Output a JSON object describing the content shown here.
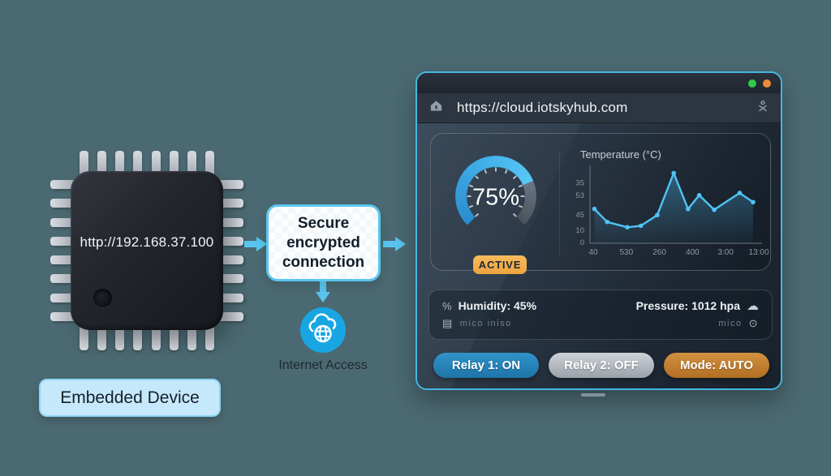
{
  "scene": {
    "background": "#4b6972",
    "accent": "#58c4ee"
  },
  "chip": {
    "url": "http://192.168.37.100",
    "label": "Embedded Device"
  },
  "flow_box": {
    "lines": [
      "Secure",
      "encrypted",
      "connection"
    ]
  },
  "internet": {
    "label": "Internet Access"
  },
  "browser": {
    "url": "https://cloud.iotskyhub.com",
    "window_dots": [
      {
        "name": "green",
        "color": "#2fcb4a"
      },
      {
        "name": "orange",
        "color": "#ef8a3b"
      }
    ]
  },
  "dashboard": {
    "gauge": {
      "percent": 75,
      "value_label": "75%",
      "status": "ACTIVE",
      "status_color": "#f2ae4e"
    },
    "sensors": {
      "humidity": {
        "label": "Humidity: 45%",
        "sub": "mico iniso"
      },
      "pressure": {
        "label": "Pressure: 1012 hpa",
        "sub": "mico"
      }
    },
    "controls": [
      {
        "label": "Relay 1: ON",
        "bg_top": "#3094c9",
        "bg_bottom": "#1e74a8"
      },
      {
        "label": "Relay 2: OFF",
        "bg_top": "#cdd2d7",
        "bg_bottom": "#9aa2aa"
      },
      {
        "label": "Mode: AUTO",
        "bg_top": "#d29140",
        "bg_bottom": "#b26f24"
      }
    ]
  },
  "icons": {
    "humidity": "%",
    "cloud": "☁",
    "card": "▤",
    "info": "⊙"
  },
  "chart_data": {
    "type": "line",
    "title": "Temperature (°C)",
    "line_color": "#4fc3f7",
    "fill_top": "rgba(79,195,247,0.35)",
    "fill_bottom": "rgba(79,195,247,0.03)",
    "x_ticks": [
      "40",
      "530",
      "260",
      "400",
      "3:00",
      "13:00"
    ],
    "y_ticks": [
      {
        "label": "35",
        "f": 0.79
      },
      {
        "label": "53",
        "f": 0.63
      },
      {
        "label": "45",
        "f": 0.37
      },
      {
        "label": "10",
        "f": 0.17
      },
      {
        "label": "0",
        "f": 0.01
      }
    ],
    "ylim": [
      0,
      100
    ],
    "grid": false,
    "legend": false,
    "points": [
      {
        "x": 0.026,
        "v": 45
      },
      {
        "x": 0.1,
        "v": 28
      },
      {
        "x": 0.217,
        "v": 21
      },
      {
        "x": 0.296,
        "v": 23
      },
      {
        "x": 0.391,
        "v": 37
      },
      {
        "x": 0.487,
        "v": 92
      },
      {
        "x": 0.57,
        "v": 45
      },
      {
        "x": 0.635,
        "v": 63
      },
      {
        "x": 0.722,
        "v": 44
      },
      {
        "x": 0.87,
        "v": 66
      },
      {
        "x": 0.948,
        "v": 54
      }
    ]
  }
}
